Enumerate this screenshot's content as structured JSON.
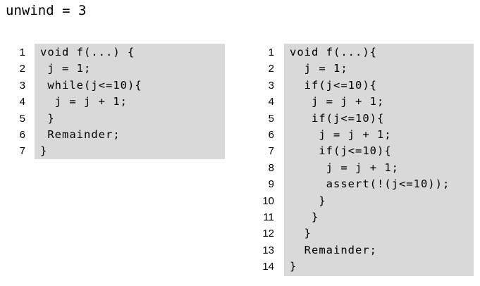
{
  "heading": "unwind = 3",
  "left_listing": {
    "lines": [
      {
        "num": "1",
        "code": "void f(...) {"
      },
      {
        "num": "2",
        "code": " j = 1;"
      },
      {
        "num": "3",
        "code": " while(j<=10){"
      },
      {
        "num": "4",
        "code": "  j = j + 1;"
      },
      {
        "num": "5",
        "code": " }"
      },
      {
        "num": "6",
        "code": " Remainder;"
      },
      {
        "num": "7",
        "code": "}"
      }
    ]
  },
  "right_listing": {
    "lines": [
      {
        "num": "1",
        "code": "void f(...){"
      },
      {
        "num": "2",
        "code": "  j = 1;"
      },
      {
        "num": "3",
        "code": "  if(j<=10){"
      },
      {
        "num": "4",
        "code": "   j = j + 1;"
      },
      {
        "num": "5",
        "code": "   if(j<=10){"
      },
      {
        "num": "6",
        "code": "    j = j + 1;"
      },
      {
        "num": "7",
        "code": "    if(j<=10){"
      },
      {
        "num": "8",
        "code": "     j = j + 1;"
      },
      {
        "num": "9",
        "code": "     assert(!(j<=10));"
      },
      {
        "num": "10",
        "code": "    }"
      },
      {
        "num": "11",
        "code": "   }"
      },
      {
        "num": "12",
        "code": "  }"
      },
      {
        "num": "13",
        "code": "  Remainder;"
      },
      {
        "num": "14",
        "code": "}"
      }
    ]
  }
}
